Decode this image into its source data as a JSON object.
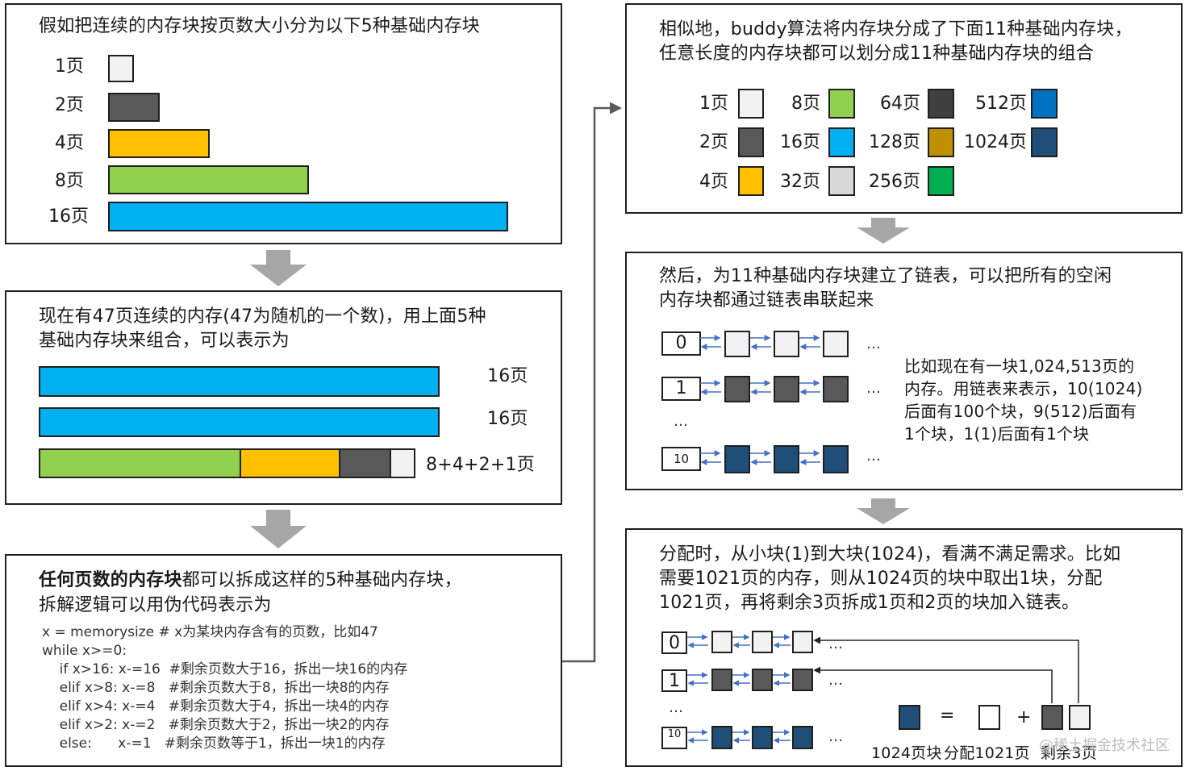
{
  "colors": {
    "p1": "#f2f2f2",
    "p2": "#595959",
    "p4": "#ffc000",
    "p8": "#92d050",
    "p16": "#00b0f0",
    "p32": "#d9d9d9",
    "p64": "#404040",
    "p128": "#bf9000",
    "p256": "#00b050",
    "p512": "#0070c0",
    "p1024": "#1f4e79",
    "arrow_gray": "#a6a6a6",
    "link_blue": "#4472c4"
  },
  "panel1": {
    "title": "假如把连续的内存块按页数大小分为以下5种基础内存块",
    "rows": [
      {
        "label": "1页",
        "color": "#f2f2f2"
      },
      {
        "label": "2页",
        "color": "#595959"
      },
      {
        "label": "4页",
        "color": "#ffc000"
      },
      {
        "label": "8页",
        "color": "#92d050"
      },
      {
        "label": "16页",
        "color": "#00b0f0"
      }
    ]
  },
  "panel2": {
    "line1": "现在有47页连续的内存(47为随机的一个数)，用上面5种",
    "line2": "基础内存块来组合，可以表示为",
    "row1_label": "16页",
    "row2_label": "16页",
    "row3_label": "8+4+2+1页"
  },
  "panel3": {
    "line1_bold": "任何页数的内存块",
    "line1_rest": "都可以拆成这样的5种基础内存块，",
    "line2": "拆解逻辑可以用伪代码表示为",
    "code": [
      "x = memorysize # x为某块内存含有的页数，比如47",
      "while x>=0:",
      "    if x>16: x-=16  #剩余页数大于16，拆出一块16的内存",
      "    elif x>8: x-=8   #剩余页数大于8，拆出一块8的内存",
      "    elif x>4: x-=4   #剩余页数大于4，拆出一块4的内存",
      "    elif x>2: x-=2   #剩余页数大于2，拆出一块2的内存",
      "    else:      x-=1   #剩余页数等于1，拆出一块1的内存"
    ]
  },
  "panel4": {
    "line1": "相似地，buddy算法将内存块分成了下面11种基础内存块，",
    "line2": "任意长度的内存块都可以划分成11种基础内存块的组合",
    "items": [
      {
        "label": "1页",
        "color": "#f2f2f2"
      },
      {
        "label": "2页",
        "color": "#595959"
      },
      {
        "label": "4页",
        "color": "#ffc000"
      },
      {
        "label": "8页",
        "color": "#92d050"
      },
      {
        "label": "16页",
        "color": "#00b0f0"
      },
      {
        "label": "32页",
        "color": "#d9d9d9"
      },
      {
        "label": "64页",
        "color": "#404040"
      },
      {
        "label": "128页",
        "color": "#bf9000"
      },
      {
        "label": "256页",
        "color": "#00b050"
      },
      {
        "label": "512页",
        "color": "#0070c0"
      },
      {
        "label": "1024页",
        "color": "#1f4e79"
      }
    ]
  },
  "panel5": {
    "line1": "然后，为11种基础内存块建立了链表，可以把所有的空闲",
    "line2": "内存块都通过链表串联起来",
    "idx0": "0",
    "idx1": "1",
    "idx10": "10",
    "dots": "…",
    "vdots": "…",
    "note": [
      "比如现在有一块1,024,513页的",
      "内存。用链表来表示，10(1024)",
      "后面有100个块，9(512)后面有",
      "1个块，1(1)后面有1个块"
    ]
  },
  "panel6": {
    "line1": "分配时，从小块(1)到大块(1024)，看满不满足需求。比如",
    "line2": "需要1021页的内存，则从1024页的块中取出1块，分配",
    "line3": "1021页，再将剩余3页拆成1页和2页的块加入链表。",
    "idx0": "0",
    "idx1": "1",
    "idx10": "10",
    "dots": "…",
    "equals": "=",
    "plus": "+",
    "caption_block": "1024页块",
    "caption_alloc": "分配1021页",
    "caption_rest": "剩余3页"
  },
  "watermark": "@稀土掘金技术社区"
}
